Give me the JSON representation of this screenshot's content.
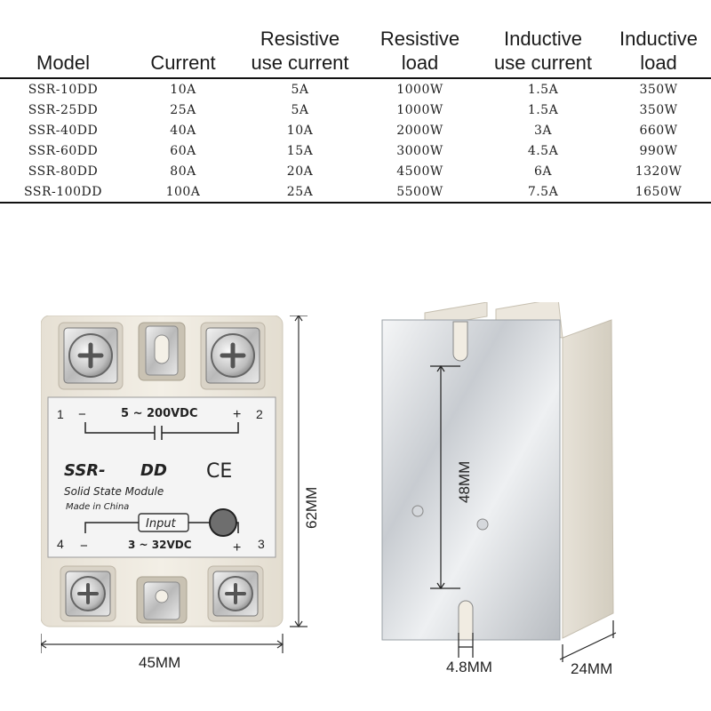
{
  "table": {
    "headers": [
      [
        "Model"
      ],
      [
        "Current"
      ],
      [
        "Resistive",
        "use current"
      ],
      [
        "Resistive",
        "load"
      ],
      [
        "Inductive",
        "use current"
      ],
      [
        "Inductive",
        "load"
      ]
    ],
    "rows": [
      [
        "SSR-10DD",
        "10A",
        "5A",
        "1000W",
        "1.5A",
        "350W"
      ],
      [
        "SSR-25DD",
        "25A",
        "5A",
        "1000W",
        "1.5A",
        "350W"
      ],
      [
        "SSR-40DD",
        "40A",
        "10A",
        "2000W",
        "3A",
        "660W"
      ],
      [
        "SSR-60DD",
        "60A",
        "15A",
        "3000W",
        "4.5A",
        "990W"
      ],
      [
        "SSR-80DD",
        "80A",
        "20A",
        "4500W",
        "6A",
        "1320W"
      ],
      [
        "SSR-100DD",
        "100A",
        "25A",
        "5500W",
        "7.5A",
        "1650W"
      ]
    ]
  },
  "front_label": {
    "terminal_1": "1",
    "terminal_2": "2",
    "terminal_3": "3",
    "terminal_4": "4",
    "minus": "−",
    "plus": "+",
    "output_voltage": "5 ~ 200VDC",
    "model": "SSR-",
    "model_suffix": "DD",
    "ce_mark": "CE",
    "subtitle": "Solid State Module",
    "origin": "Made in China",
    "input_label": "Input",
    "input_voltage": "3 ~ 32VDC"
  },
  "dimensions": {
    "width": "45MM",
    "height": "62MM",
    "hole_spacing": "48MM",
    "slot_width": "4.8MM",
    "depth": "24MM"
  },
  "colors": {
    "housing": "#efeae0",
    "plate": "#dcdfe3",
    "label_bg": "#f4f4f4"
  }
}
